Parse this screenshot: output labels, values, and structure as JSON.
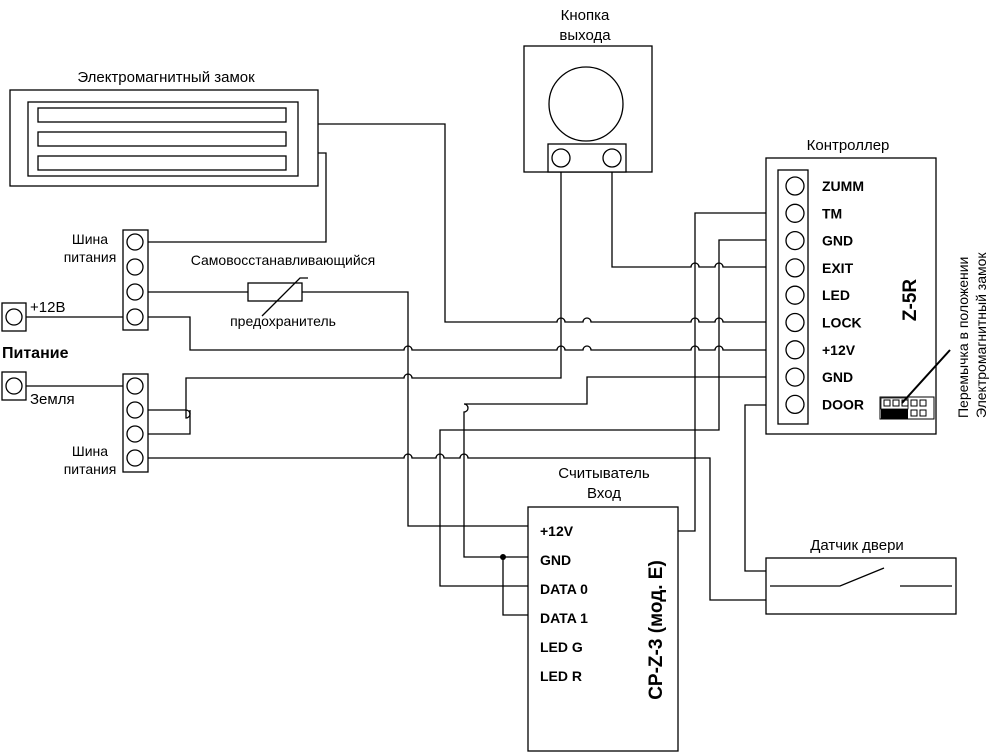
{
  "lock": {
    "title": "Электромагнитный замок"
  },
  "exit_button": {
    "title_line1": "Кнопка",
    "title_line2": "выхода"
  },
  "controller": {
    "title": "Контроллер",
    "model": "Z-5R",
    "terminals": [
      "ZUMM",
      "TM",
      "GND",
      "EXIT",
      "LED",
      "LOCK",
      "+12V",
      "GND",
      "DOOR"
    ],
    "jumper_note_line1": "Перемычка в положении",
    "jumper_note_line2": "Электромагнитный замок"
  },
  "bus_top": {
    "label_line1": "Шина",
    "label_line2": "питания"
  },
  "bus_bottom": {
    "label_line1": "Шина",
    "label_line2": "питания"
  },
  "power": {
    "plus_label": "+12В",
    "title": "Питание",
    "ground_label": "Земля"
  },
  "fuse": {
    "label_line1": "Самовосстанавливающийся",
    "label_line2": "предохранитель"
  },
  "reader": {
    "title_line1": "Считыватель",
    "title_line2": "Вход",
    "model": "CP-Z-3 (мод. E)",
    "terminals": [
      "+12V",
      "GND",
      "DATA 0",
      "DATA 1",
      "LED G",
      "LED R"
    ]
  },
  "door_sensor": {
    "title": "Датчик двери"
  }
}
